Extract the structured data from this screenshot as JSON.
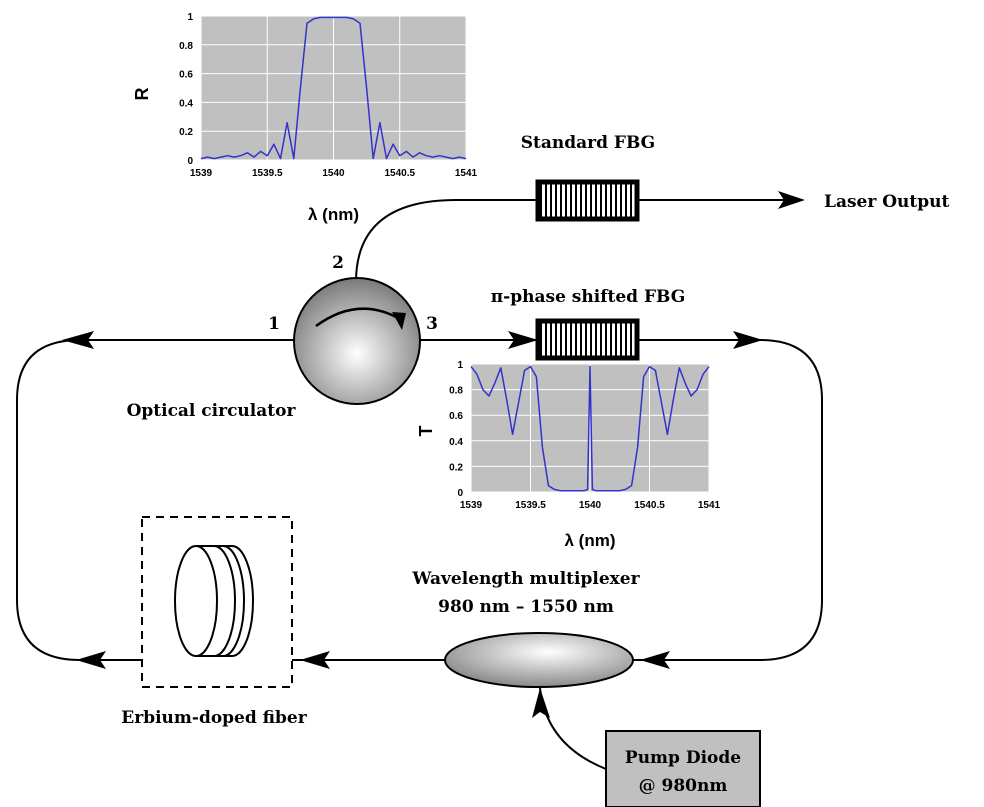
{
  "labels": {
    "standard_fbg": "Standard FBG",
    "laser_output": "Laser Output",
    "pi_fbg": "π-phase shifted FBG",
    "port1": "1",
    "port2": "2",
    "port3": "3",
    "circulator": "Optical circulator",
    "wdm_line1": "Wavelength multiplexer",
    "wdm_line2": "980 nm – 1550 nm",
    "edf": "Erbium-doped fiber",
    "pump_line1": "Pump Diode",
    "pump_line2": "@ 980nm"
  },
  "colors": {
    "curve": "#3333cc",
    "plot_bg": "#c0c0c0",
    "grid": "#ffffff"
  },
  "chart_data": [
    {
      "type": "line",
      "xlabel": "λ (nm)",
      "ylabel": "R",
      "xlim": [
        1539,
        1541
      ],
      "ylim": [
        0,
        1
      ],
      "xticks": [
        "1539",
        "1539.5",
        "1540",
        "1540.5",
        "1541"
      ],
      "yticks": [
        "0",
        "0.2",
        "0.4",
        "0.6",
        "0.8",
        "1"
      ],
      "series": [
        {
          "x": [
            1539.0,
            1539.05,
            1539.1,
            1539.15,
            1539.2,
            1539.25,
            1539.3,
            1539.35,
            1539.4,
            1539.45,
            1539.5,
            1539.55,
            1539.6,
            1539.65,
            1539.7,
            1539.75,
            1539.8,
            1539.85,
            1539.9,
            1539.95,
            1540.0,
            1540.05,
            1540.1,
            1540.15,
            1540.2,
            1540.25,
            1540.3,
            1540.35,
            1540.4,
            1540.45,
            1540.5,
            1540.55,
            1540.6,
            1540.65,
            1540.7,
            1540.75,
            1540.8,
            1540.85,
            1540.9,
            1540.95,
            1541.0
          ],
          "y": [
            0.01,
            0.02,
            0.01,
            0.02,
            0.03,
            0.02,
            0.03,
            0.05,
            0.02,
            0.06,
            0.03,
            0.11,
            0.01,
            0.26,
            0.01,
            0.5,
            0.95,
            0.98,
            0.99,
            0.99,
            0.99,
            0.99,
            0.99,
            0.98,
            0.95,
            0.5,
            0.01,
            0.26,
            0.01,
            0.11,
            0.03,
            0.06,
            0.02,
            0.05,
            0.03,
            0.02,
            0.03,
            0.02,
            0.01,
            0.02,
            0.01
          ]
        }
      ]
    },
    {
      "type": "line",
      "xlabel": "λ (nm)",
      "ylabel": "T",
      "xlim": [
        1539,
        1541
      ],
      "ylim": [
        0,
        1
      ],
      "xticks": [
        "1539",
        "1539.5",
        "1540",
        "1540.5",
        "1541"
      ],
      "yticks": [
        "0",
        "0.2",
        "0.4",
        "0.6",
        "0.8",
        "1"
      ],
      "series": [
        {
          "x": [
            1539.0,
            1539.05,
            1539.1,
            1539.15,
            1539.2,
            1539.25,
            1539.3,
            1539.35,
            1539.4,
            1539.45,
            1539.5,
            1539.55,
            1539.6,
            1539.65,
            1539.7,
            1539.75,
            1539.8,
            1539.85,
            1539.9,
            1539.95,
            1539.98,
            1539.99,
            1540.0,
            1540.01,
            1540.02,
            1540.05,
            1540.1,
            1540.15,
            1540.2,
            1540.25,
            1540.3,
            1540.35,
            1540.4,
            1540.45,
            1540.5,
            1540.55,
            1540.6,
            1540.65,
            1540.7,
            1540.75,
            1540.8,
            1540.85,
            1540.9,
            1540.95,
            1541.0
          ],
          "y": [
            0.98,
            0.92,
            0.8,
            0.75,
            0.85,
            0.97,
            0.72,
            0.45,
            0.7,
            0.95,
            0.98,
            0.9,
            0.35,
            0.05,
            0.02,
            0.01,
            0.01,
            0.01,
            0.01,
            0.01,
            0.02,
            0.5,
            0.98,
            0.5,
            0.02,
            0.01,
            0.01,
            0.01,
            0.01,
            0.01,
            0.02,
            0.05,
            0.35,
            0.9,
            0.98,
            0.95,
            0.7,
            0.45,
            0.72,
            0.97,
            0.85,
            0.75,
            0.8,
            0.92,
            0.98
          ]
        }
      ]
    }
  ]
}
